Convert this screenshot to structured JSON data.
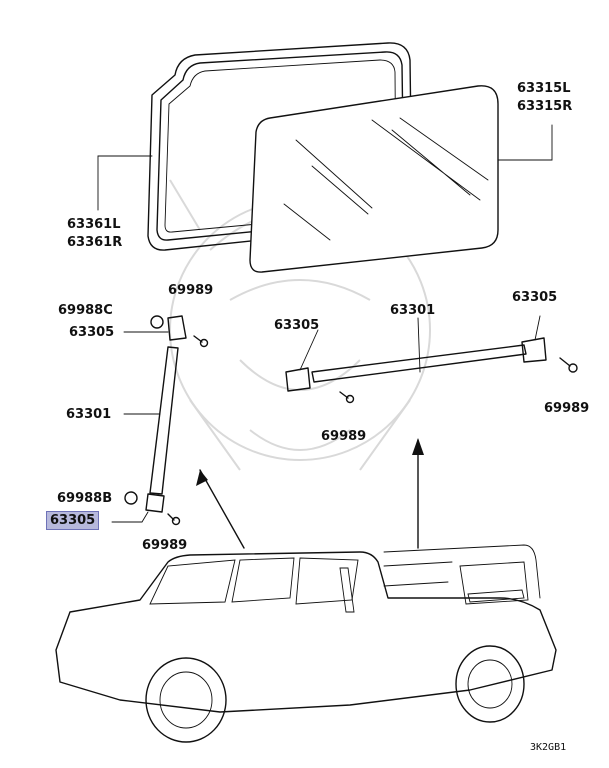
{
  "labels": {
    "glass_l": "63315L",
    "glass_r": "63315R",
    "weatherstrip_l": "63361L",
    "weatherstrip_r": "63361R",
    "cap_c": "69988C",
    "cap_b": "69988B",
    "bracket_upper_left": "63305",
    "bracket_highlighted": "63305",
    "bracket_right_left": "63305",
    "bracket_right_right": "63305",
    "rod_left": "63301",
    "rod_right": "63301",
    "screw_upper_left": "69989",
    "screw_lower_left": "69989",
    "screw_right_mid": "69989",
    "screw_right_far": "69989"
  },
  "diagram_code": "3K2GB1",
  "highlight_color": "#b7b9dc"
}
